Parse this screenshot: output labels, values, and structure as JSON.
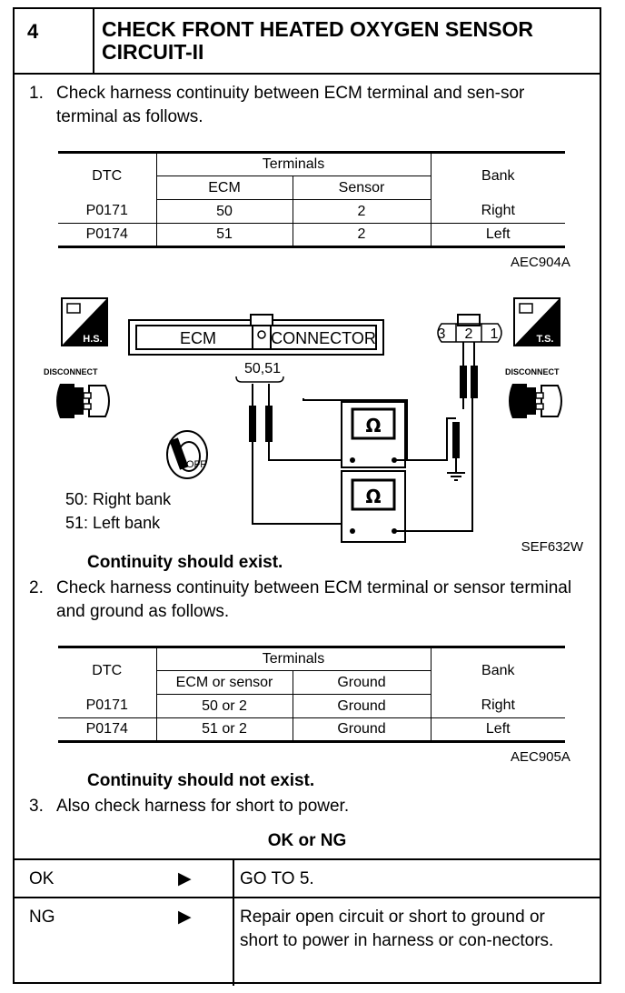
{
  "header": {
    "step": "4",
    "title": "CHECK FRONT HEATED OXYGEN SENSOR CIRCUIT-II"
  },
  "step1": {
    "num": "1.",
    "text": "Check harness continuity between ECM terminal and sen-sor terminal as follows."
  },
  "table1": {
    "col_dtc": "DTC",
    "group": "Terminals",
    "col_a": "ECM",
    "col_b": "Sensor",
    "col_bank": "Bank",
    "rows": [
      {
        "dtc": "P0171",
        "a": "50",
        "b": "2",
        "bank": "Right"
      },
      {
        "dtc": "P0174",
        "a": "51",
        "b": "2",
        "bank": "Left"
      }
    ],
    "code": "AEC904A"
  },
  "diagram": {
    "hs_label": "H.S.",
    "ts_label": "T.S.",
    "disconnect_left": "DISCONNECT",
    "disconnect_right": "DISCONNECT",
    "ecm_label": "ECM",
    "connector_label": "CONNECTOR",
    "terminals": "50,51",
    "pins": [
      "3",
      "2",
      "1"
    ],
    "key_label": "OFF",
    "ohm": "Ω",
    "code": "SEF632W"
  },
  "legend": [
    "50: Right bank",
    "51: Left bank"
  ],
  "cont1": "Continuity should exist.",
  "step2": {
    "num": "2.",
    "text": "Check harness continuity between ECM terminal or sensor terminal and ground as follows."
  },
  "table2": {
    "col_dtc": "DTC",
    "group": "Terminals",
    "col_a": "ECM or sensor",
    "col_b": "Ground",
    "col_bank": "Bank",
    "rows": [
      {
        "dtc": "P0171",
        "a": "50 or 2",
        "b": "Ground",
        "bank": "Right"
      },
      {
        "dtc": "P0174",
        "a": "51 or 2",
        "b": "Ground",
        "bank": "Left"
      }
    ],
    "code": "AEC905A"
  },
  "cont2": "Continuity should not exist.",
  "step3": {
    "num": "3.",
    "text": "Also check harness for short to power."
  },
  "okng_title": "OK or NG",
  "results": [
    {
      "key": "OK",
      "arrow": "▶",
      "value": "GO TO 5."
    },
    {
      "key": "NG",
      "arrow": "▶",
      "value": "Repair open circuit or short to ground or short to power in harness or con-nectors."
    }
  ]
}
